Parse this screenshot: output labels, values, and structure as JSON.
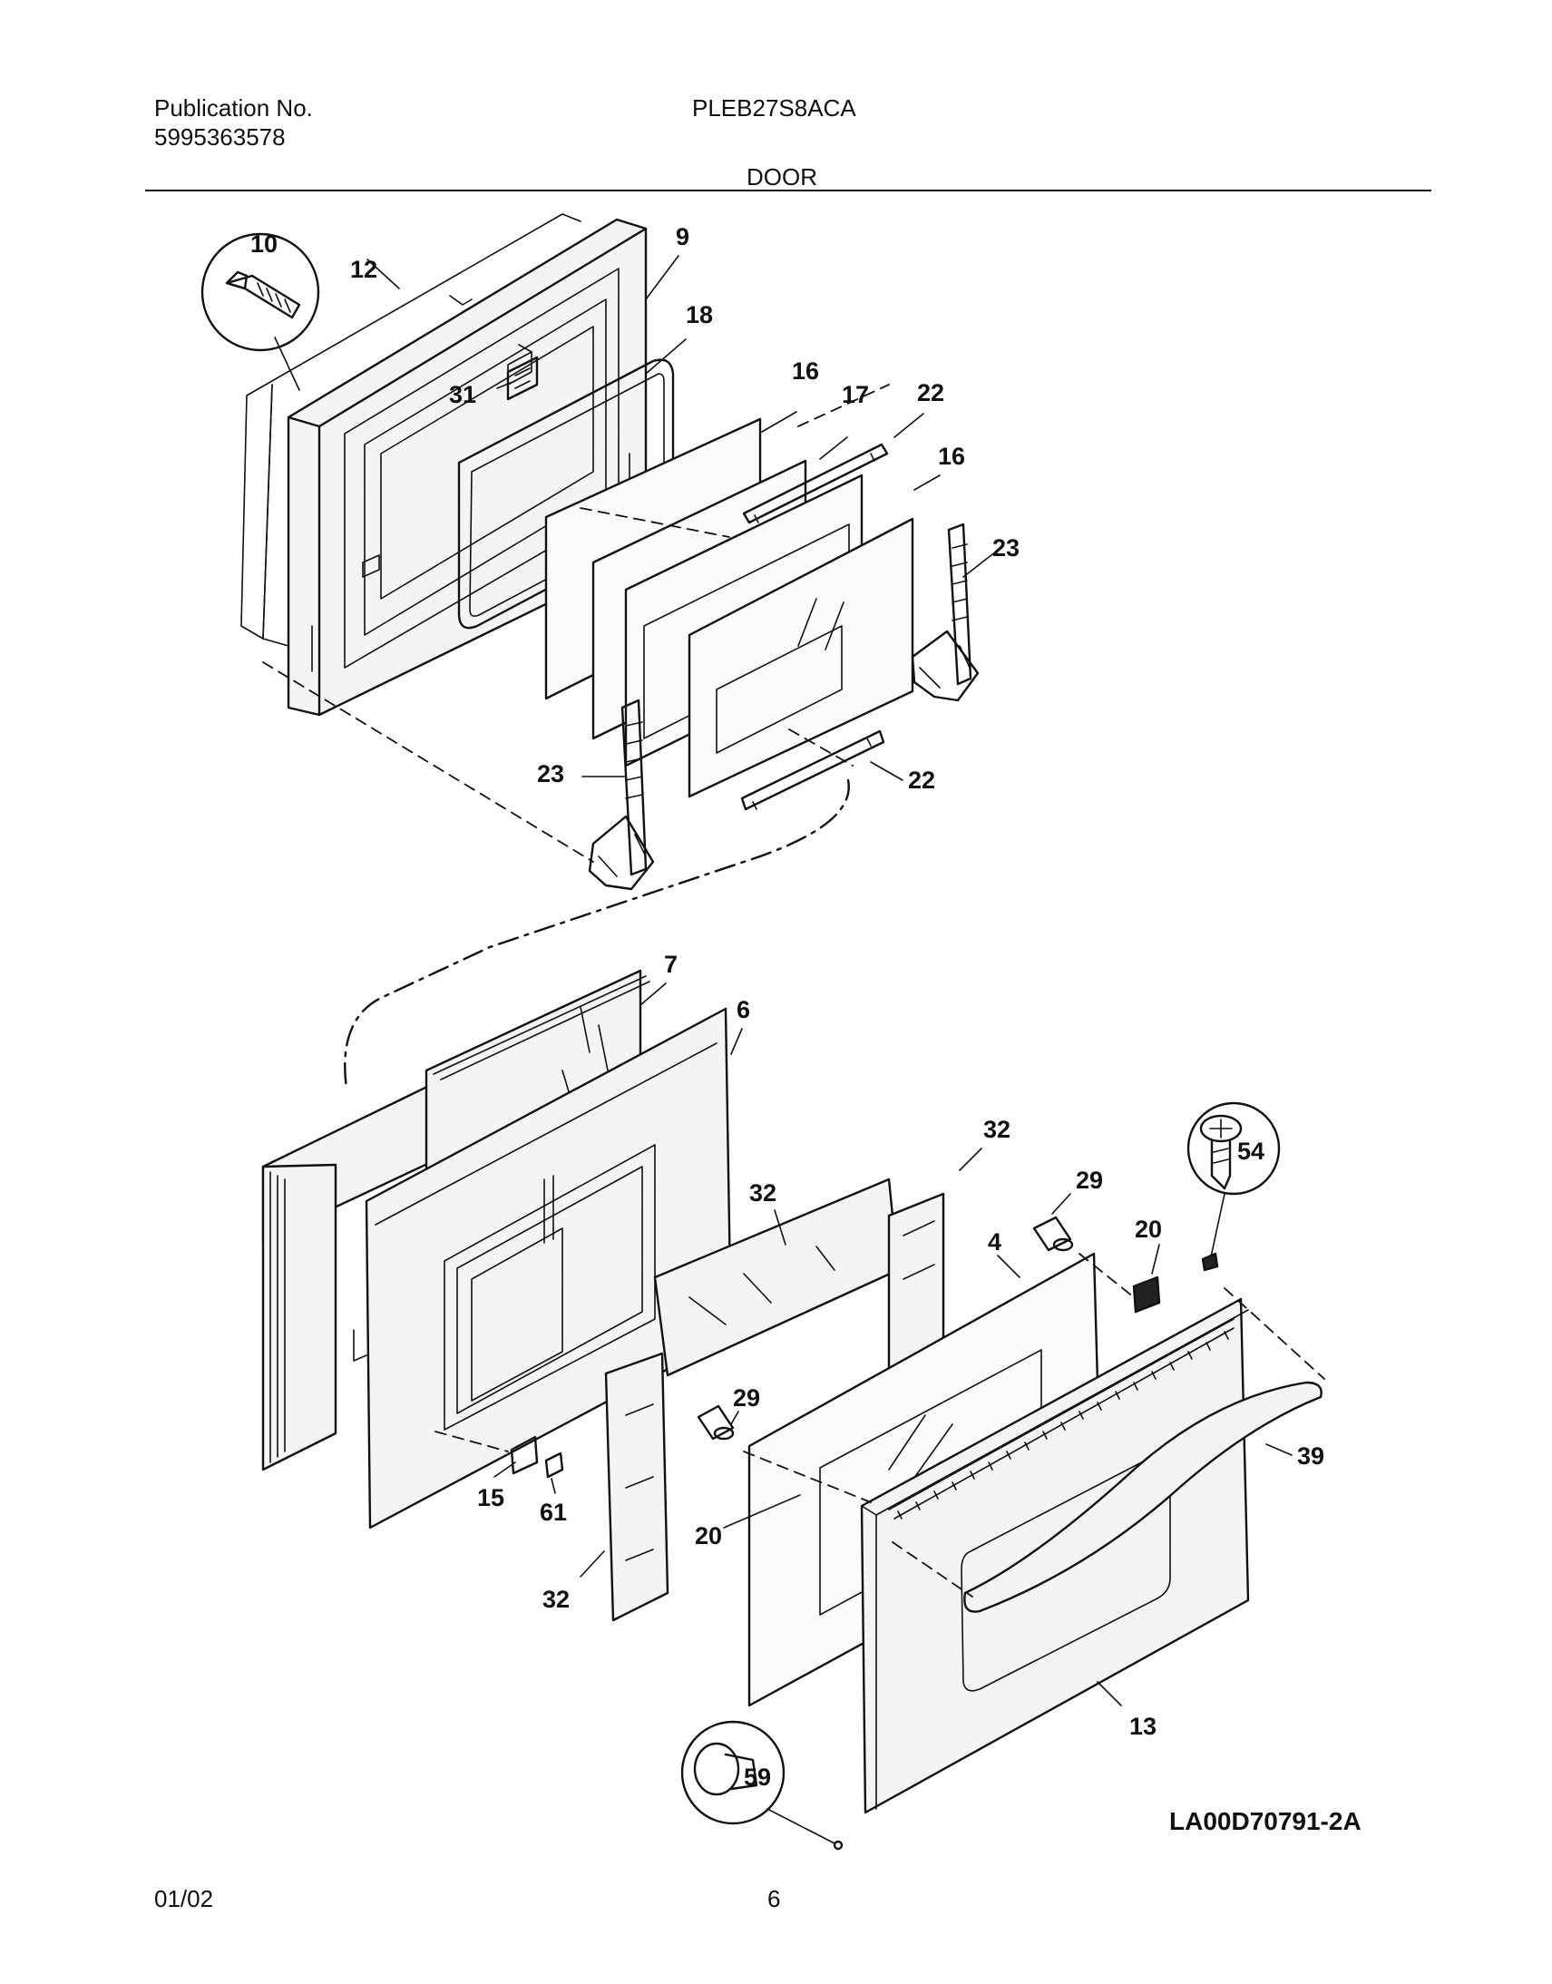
{
  "header": {
    "publication_label": "Publication No.",
    "publication_number": "5995363578",
    "model": "PLEB27S8ACA",
    "section_title": "DOOR"
  },
  "diagram": {
    "callouts": [
      "10",
      "12",
      "9",
      "18",
      "31",
      "16",
      "17",
      "22",
      "16",
      "23",
      "23",
      "22",
      "7",
      "6",
      "32",
      "54",
      "32",
      "29",
      "20",
      "4",
      "29",
      "39",
      "20",
      "15",
      "61",
      "32",
      "13",
      "59"
    ],
    "drawing_code": "LA00D70791-2A"
  },
  "footer": {
    "date": "01/02",
    "page_number": "6"
  }
}
